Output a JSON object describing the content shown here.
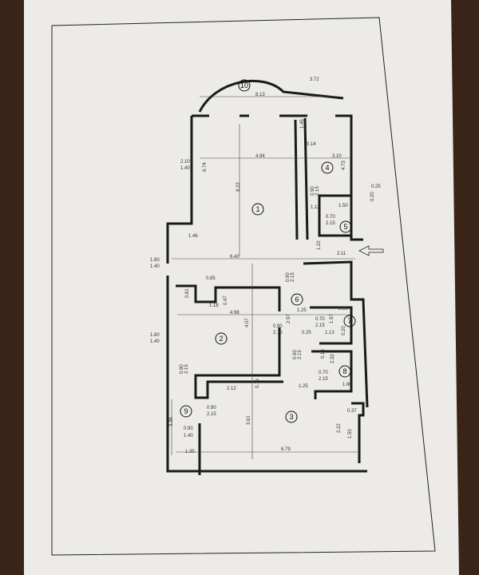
{
  "colors": {
    "paper": "#eeeeec",
    "background": "#3a2418",
    "ink": "#1a1a1a"
  },
  "rooms": [
    "1",
    "2",
    "3",
    "4",
    "5",
    "6",
    "7",
    "8",
    "9",
    "10"
  ],
  "dimensions": {
    "d372": "3.72",
    "d813": "8.13",
    "w1a": "2.10",
    "w1b": "1.40",
    "d494": "4.94",
    "d310": "3.10",
    "d922": "9.22",
    "d674": "6.74",
    "d473": "4.73",
    "d146": "1.46",
    "d640": "6.40",
    "d211": "2.11",
    "d122": "1.22",
    "d150a": "1.50",
    "d112": "1.12",
    "door5a": "0.70",
    "door5b": "2.15",
    "door4a": "0.90",
    "door4b": "2.15",
    "d025a": "0.25",
    "d020a": "0.20",
    "d145": "1.45",
    "d014": "0.14",
    "w2a": "1.80",
    "w2b": "1.40",
    "w3a": "1.80",
    "w3b": "1.40",
    "d085": "0.85",
    "d061": "0.61",
    "d118": "1.18",
    "d047": "0.47",
    "d498": "4.98",
    "d125a": "1.25",
    "d236": "2.36",
    "door2a": "0.90",
    "door2b": "2.15",
    "door6a": "0.90",
    "door6b": "2.15",
    "d297": "2.97",
    "door7a": "0.70",
    "door7b": "2.15",
    "d197": "1.97",
    "d025b": "0.25",
    "d113": "1.13",
    "d020b": "0.20",
    "d407": "4.07",
    "door3a": "0.90",
    "door3b": "2.15",
    "d015a": "0.15",
    "d232": "2.32",
    "door8a": "0.70",
    "door8b": "2.15",
    "door9a": "0.80",
    "door9b": "2.15",
    "d212": "2.12",
    "d015b": "0.15",
    "d125b": "1.25",
    "d186": "1.86",
    "door9ca": "0.90",
    "door9cb": "2.15",
    "d037": "0.37",
    "d336": "3.36",
    "d361": "3.61",
    "d222": "2.22",
    "d150b": "1.50",
    "w4a": "0.90",
    "w4b": "1.40",
    "d135": "1.35",
    "d679": "6.79"
  }
}
